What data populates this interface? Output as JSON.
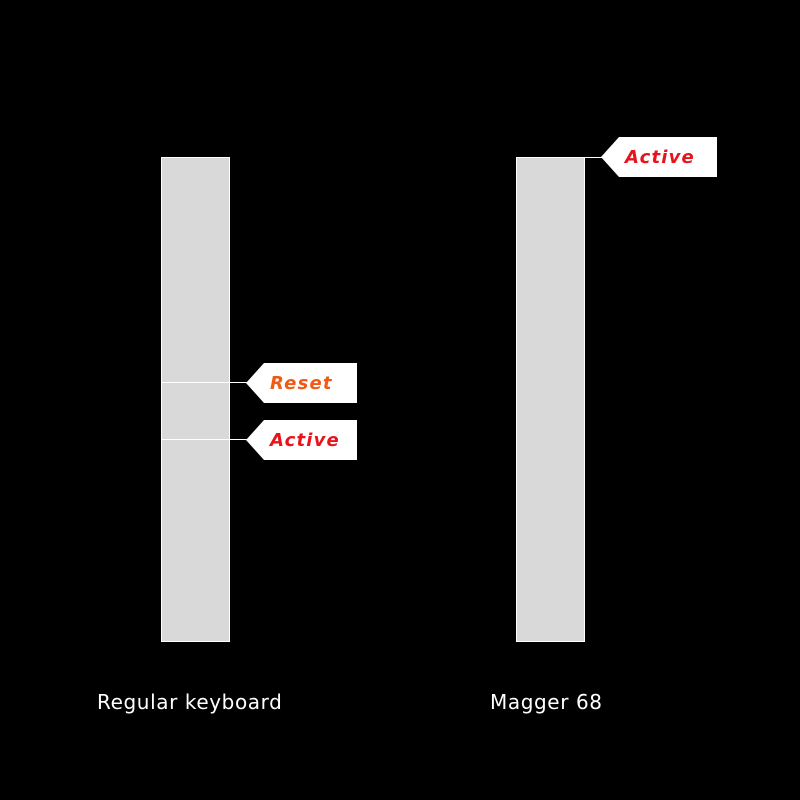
{
  "columns": [
    {
      "caption": "Regular keyboard",
      "labels": [
        {
          "text": "Reset",
          "color": "#f05a14",
          "kind": "reset-point"
        },
        {
          "text": "Active",
          "color": "#e8141c",
          "kind": "actuation-point"
        }
      ]
    },
    {
      "caption": "Magger 68",
      "labels": [
        {
          "text": "Active",
          "color": "#e8141c",
          "kind": "actuation-point"
        }
      ]
    }
  ]
}
